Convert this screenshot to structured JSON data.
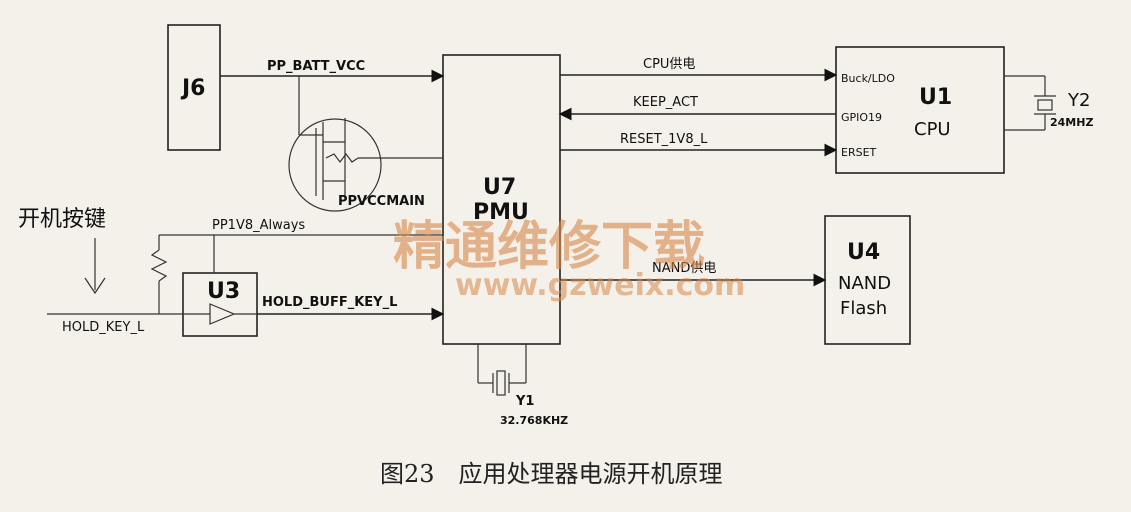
{
  "blocks": {
    "j6": "J6",
    "u7_name": "U7",
    "u7_desc": "PMU",
    "u1_name": "U1",
    "u1_desc": "CPU",
    "u4_name": "U4",
    "u4_desc_1": "NAND",
    "u4_desc_2": "Flash",
    "u3_name": "U3"
  },
  "pins": {
    "buck_ldo": "Buck/LDO",
    "gpio19": "GPIO19",
    "erset": "ERSET"
  },
  "signals": {
    "pp_batt_vcc": "PP_BATT_VCC",
    "cpu_power": "CPU供电",
    "keep_act": "KEEP_ACT",
    "reset_1v8_l": "RESET_1V8_L",
    "ppvccmain": "PPVCCMAIN",
    "pp1v8_always": "PP1V8_Always",
    "nand_power": "NAND供电",
    "hold_buff_key_l": "HOLD_BUFF_KEY_L",
    "hold_key_l": "HOLD_KEY_L",
    "power_key": "开机按键"
  },
  "crystals": {
    "y1_name": "Y1",
    "y1_freq": "32.768KHZ",
    "y2_name": "Y2",
    "y2_freq": "24MHZ"
  },
  "watermark": {
    "chinese": "精通维修下载",
    "url": "www.gzweix.com"
  },
  "caption": "图23　应用处理器电源开机原理"
}
